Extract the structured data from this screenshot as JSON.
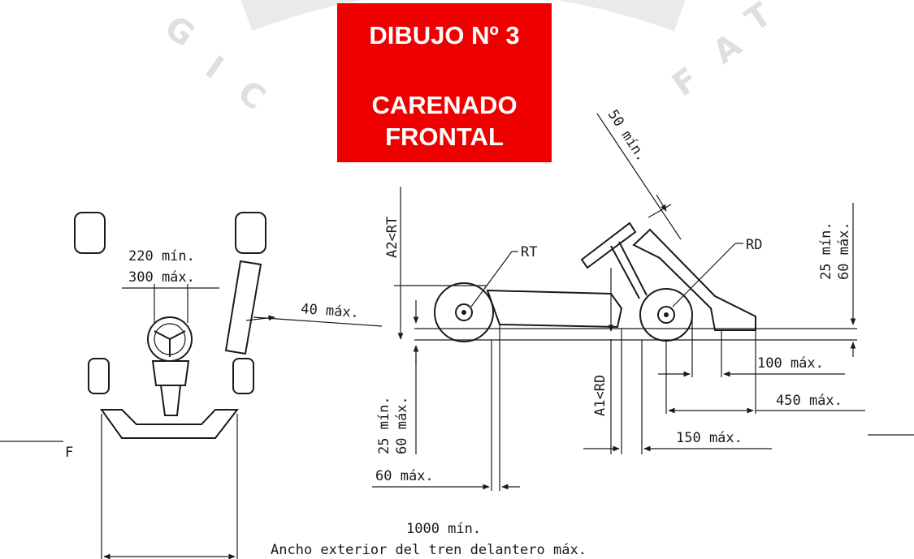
{
  "title": {
    "line1": "DIBUJO Nº 3",
    "line2": "CARENADO",
    "line3": "FRONTAL"
  },
  "labels": {
    "min220": "220 mín.",
    "max300": "300 máx.",
    "max40": "40 máx.",
    "min1000": "1000 mín.",
    "ancho": "Ancho exterior del tren delantero máx.",
    "a2rt": "A2<RT",
    "rt": "RT",
    "rd": "RD",
    "min50": "50 mín.",
    "min25_right": "25 mín.",
    "max60_right": "60 máx.",
    "a1rd": "A1<RD",
    "max100": "100 máx.",
    "max450": "450 máx.",
    "max150": "150 máx.",
    "min25_left": "25 mín.",
    "max60_left": "60 máx.",
    "max60_bottom": "60 máx.",
    "left_fragment": "F"
  },
  "colors": {
    "title_bg": "#ee0000",
    "title_text": "#ffffff",
    "ink": "#1a1a1a",
    "watermark": "#d8d8d8"
  }
}
